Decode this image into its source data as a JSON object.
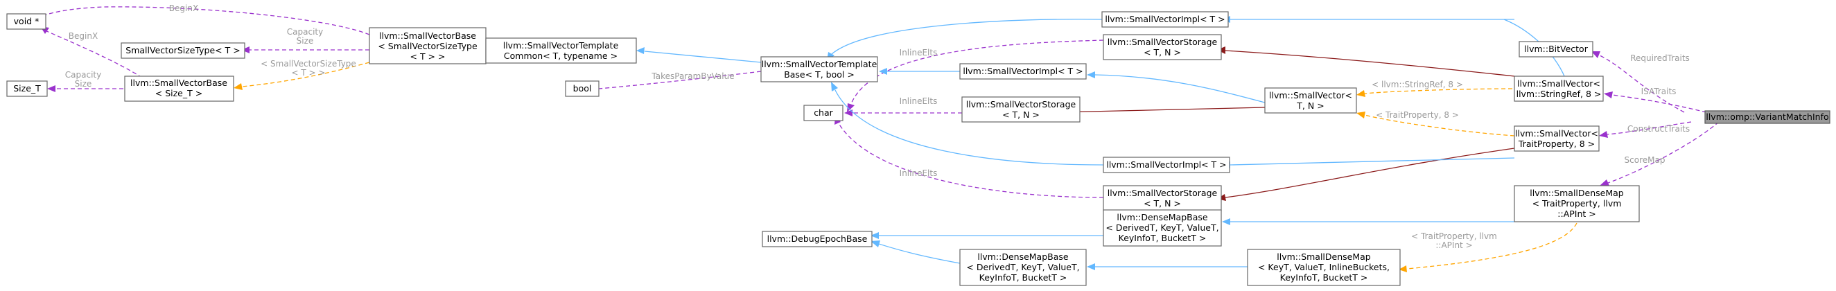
{
  "nodes": {
    "void_ptr": [
      "void *"
    ],
    "small_vector_size_type": [
      "SmallVectorSizeType< T >"
    ],
    "size_t": [
      "Size_T"
    ],
    "sv_base_size_t": [
      "llvm::SmallVectorBase",
      "< Size_T >"
    ],
    "sv_base_sizetype": [
      "llvm::SmallVectorBase",
      "< SmallVectorSizeType",
      "< T > >"
    ],
    "sv_template_common": [
      "llvm::SmallVectorTemplate",
      "Common< T, typename >"
    ],
    "bool": [
      "bool"
    ],
    "sv_template_base": [
      "llvm::SmallVectorTemplate",
      "Base< T, bool >"
    ],
    "char": [
      "char"
    ],
    "sv_impl_top": [
      "llvm::SmallVectorImpl< T >"
    ],
    "sv_storage_top": [
      "llvm::SmallVectorStorage",
      "< T, N >"
    ],
    "sv_impl_mid": [
      "llvm::SmallVectorImpl< T >"
    ],
    "sv_storage_mid": [
      "llvm::SmallVectorStorage",
      "< T, N >"
    ],
    "sv_generic": [
      "llvm::SmallVector<",
      "T, N >"
    ],
    "sv_impl_low": [
      "llvm::SmallVectorImpl< T >"
    ],
    "sv_storage_low": [
      "llvm::SmallVectorStorage",
      "< T, N >"
    ],
    "bitvector": [
      "llvm::BitVector"
    ],
    "sv_stringref": [
      "llvm::SmallVector<",
      "llvm::StringRef, 8 >"
    ],
    "sv_traitproperty": [
      "llvm::SmallVector<",
      "TraitProperty, 8 >"
    ],
    "variant_match_info": [
      "llvm::omp::VariantMatchInfo"
    ],
    "debug_epoch_base": [
      "llvm::DebugEpochBase"
    ],
    "densemap_base_top": [
      "llvm::DenseMapBase",
      "< DerivedT, KeyT, ValueT,",
      "KeyInfoT, BucketT >"
    ],
    "densemap_base_bottom": [
      "llvm::DenseMapBase",
      "< DerivedT, KeyT, ValueT,",
      "KeyInfoT, BucketT >"
    ],
    "small_densemap_generic": [
      "llvm::SmallDenseMap",
      "< KeyT, ValueT, InlineBuckets,",
      "KeyInfoT, BucketT >"
    ],
    "small_densemap_trait": [
      "llvm::SmallDenseMap",
      "< TraitProperty, llvm",
      "::APInt >"
    ]
  },
  "edge_labels": {
    "beginx_top": [
      "BeginX"
    ],
    "beginx_left": [
      "BeginX"
    ],
    "capacity_left": [
      "Capacity",
      "Size"
    ],
    "capacity_mid": [
      "Capacity",
      "Size"
    ],
    "sizetype_tpl": [
      "< SmallVectorSizeType",
      "< T > >"
    ],
    "takes_param": [
      "TakesParamByValue"
    ],
    "inline_elts_top": [
      "InlineElts"
    ],
    "inline_elts_mid": [
      "InlineElts"
    ],
    "inline_elts_low": [
      "InlineElts"
    ],
    "stringref_tpl": [
      "< llvm::StringRef, 8 >"
    ],
    "traitprop_tpl": [
      "< TraitProperty, 8 >"
    ],
    "required_traits": [
      "RequiredTraits"
    ],
    "isa_traits": [
      "ISATraits"
    ],
    "construct_traits": [
      "ConstructTraits"
    ],
    "score_map": [
      "ScoreMap"
    ],
    "densemap_tpl": [
      "< TraitProperty, llvm",
      "::APInt >"
    ]
  }
}
